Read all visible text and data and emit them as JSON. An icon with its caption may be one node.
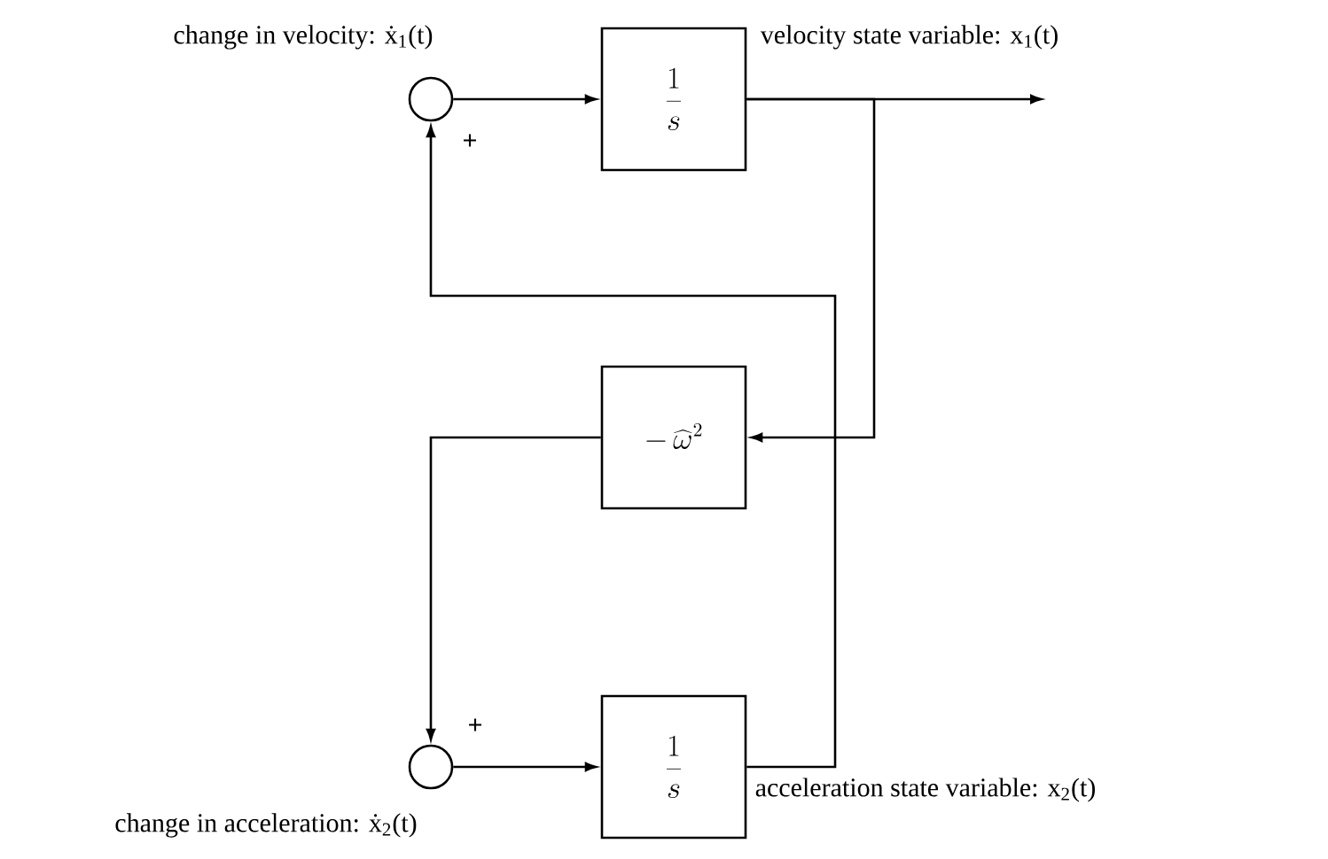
{
  "diagram": {
    "nodes": [
      {
        "text": [],
        "shape": "circle",
        "beside": [
          "change in velocity: ẋ$_{1}$(t)"
        ]
      },
      {
        "text": [
          "\\frac{1}{s}"
        ]
      },
      {
        "text": [
          "-\\,\\widehat{\\omega}^{2}"
        ]
      },
      {
        "text": [],
        "shape": "circle",
        "beside": [
          "change in acceleration: ẋ$_{2}$(t)"
        ]
      },
      {
        "text": [
          "\\frac{1}{s}"
        ],
        "beside": [
          "acceleration state variable: x$_{2}$(t)"
        ]
      }
    ],
    "edges": [
      {
        "from": 0,
        "to": 1,
        "arrow": "to"
      },
      {
        "from": 1,
        "to": null,
        "arrow": "to",
        "label": "velocity state variable: x$_{1}$(t)"
      },
      {
        "from": 1,
        "to": 2,
        "arrow": "to"
      },
      {
        "from": 2,
        "to": 3,
        "arrow": "to"
      },
      {
        "from": 3,
        "to": 4,
        "arrow": "to"
      },
      {
        "from": 4,
        "to": 0,
        "arrow": "to"
      }
    ],
    "labels": [
      "+",
      "+"
    ]
  }
}
